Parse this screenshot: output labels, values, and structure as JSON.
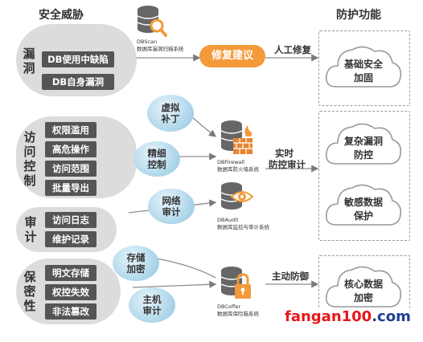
{
  "headers": {
    "threats": "安全威胁",
    "defense": "防护功能"
  },
  "groups": [
    {
      "title": "漏洞",
      "tags": [
        "DB使用中缺陷",
        "DB自身漏洞"
      ]
    },
    {
      "title": "访问控制",
      "tags": [
        "权限滥用",
        "高危操作",
        "访问范围",
        "批量导出"
      ]
    },
    {
      "title": "审计",
      "tags": [
        "访问日志",
        "维护记录"
      ]
    },
    {
      "title": "保密性",
      "tags": [
        "明文存储",
        "权控失效",
        "非法篡改"
      ]
    }
  ],
  "bubbles": [
    {
      "line1": "虚拟",
      "line2": "补丁"
    },
    {
      "line1": "精细",
      "line2": "控制"
    },
    {
      "line1": "网络",
      "line2": "审计"
    },
    {
      "line1": "存储",
      "line2": "加密"
    },
    {
      "line1": "主机",
      "line2": "审计"
    }
  ],
  "devices": [
    {
      "name": "DBScan",
      "desc": "数据库漏洞扫描系统"
    },
    {
      "name": "DBFirewall",
      "desc": "数据库防火墙系统"
    },
    {
      "name": "DBAudit",
      "desc": "数据库监控与审计系统"
    },
    {
      "name": "DBCoffer",
      "desc": "数据库保险箱系统"
    }
  ],
  "fix_button": "修复建议",
  "arrow_labels": {
    "manual_fix": "人工修复",
    "realtime_1": "实时",
    "realtime_2": "防控审计",
    "active": "主动防御"
  },
  "clouds": [
    {
      "line1": "基础安全",
      "line2": "加固"
    },
    {
      "line1": "复杂漏洞",
      "line2": "防控"
    },
    {
      "line1": "敏感数据",
      "line2": "保护"
    },
    {
      "line1": "核心数据",
      "line2": "加密"
    }
  ],
  "watermark": "fangan100.com",
  "colors": {
    "accent": "#f39a3a",
    "tag_bg": "#555555",
    "group_bg": "#dcdcdc",
    "bubble": "#b7dbed",
    "watermark_main": "#e8161b",
    "watermark_tld": "#1f3f91"
  }
}
